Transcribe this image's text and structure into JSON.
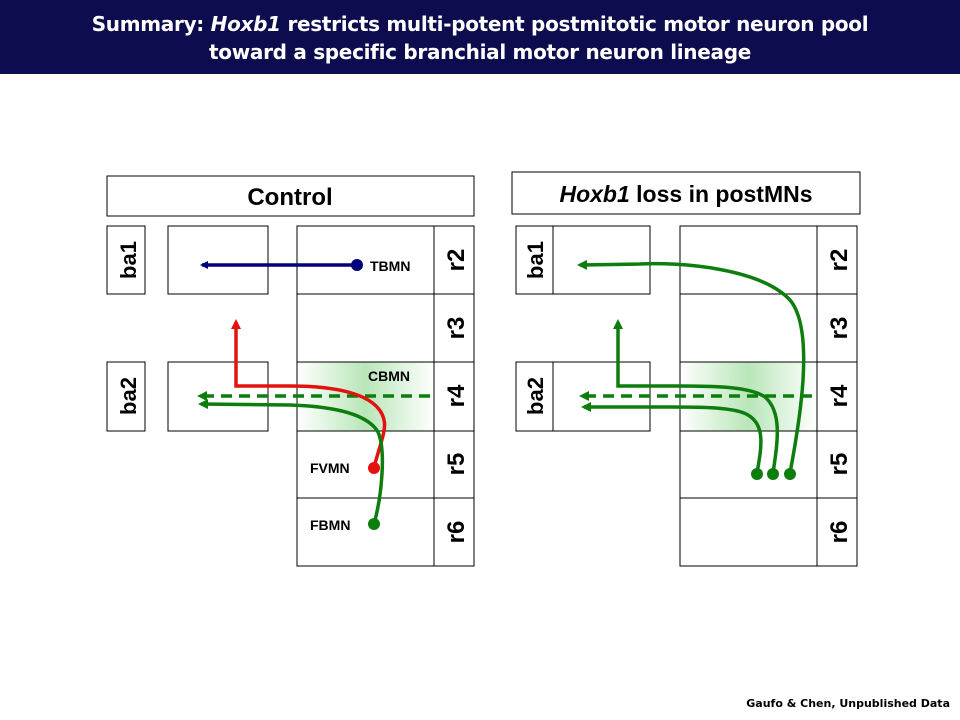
{
  "header": {
    "line1_prefix": "Summary: ",
    "line1_gene": "Hoxb1",
    "line1_suffix": " restricts multi-potent postmitotic motor neuron pool",
    "line2": "toward a specific branchial motor neuron lineage"
  },
  "control": {
    "title": "Control",
    "arches": [
      "ba1",
      "ba2"
    ],
    "rhombomeres": [
      "r2",
      "r3",
      "r4",
      "r5",
      "r6"
    ],
    "neurons": [
      "TBMN",
      "CBMN",
      "FVMN",
      "FBMN"
    ]
  },
  "mutant": {
    "title_gene": "Hoxb1",
    "title_rest": " loss in postMNs",
    "arches": [
      "ba1",
      "ba2"
    ],
    "rhombomeres": [
      "r2",
      "r3",
      "r4",
      "r5",
      "r6"
    ]
  },
  "colors": {
    "blue": "#00007a",
    "red": "#e4120f",
    "green": "#0d7d0d",
    "banner": "#0c0c4e"
  },
  "credit": "Gaufo & Chen, Unpublished Data"
}
